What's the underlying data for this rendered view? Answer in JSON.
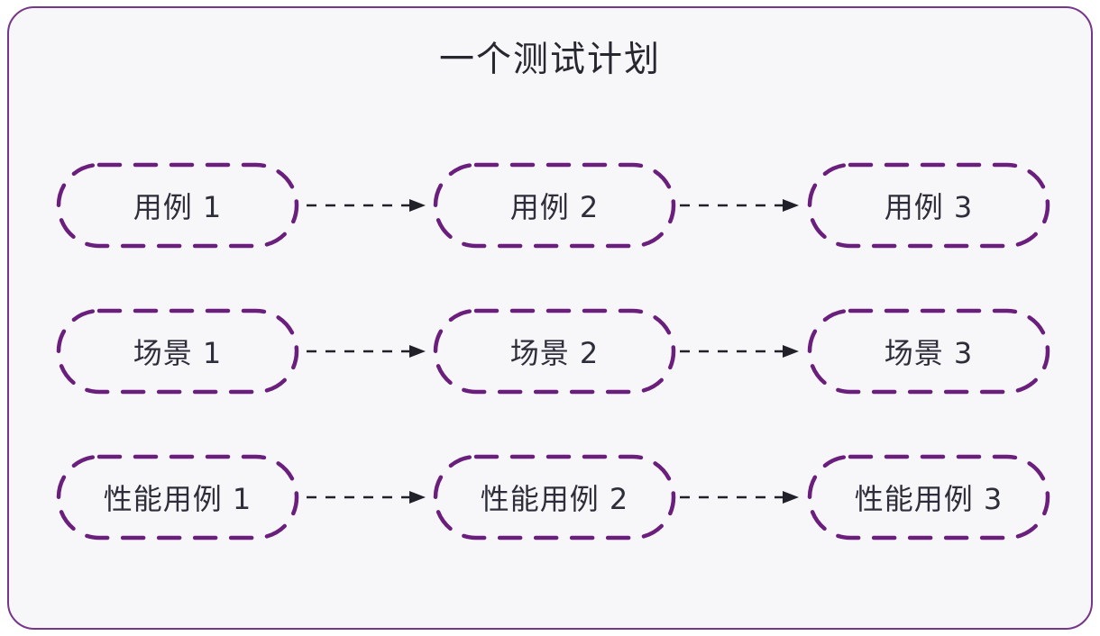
{
  "title": "一个测试计划",
  "colors": {
    "page-bg": "#ffffff",
    "frame-bg": "#f7f7fa",
    "frame-border": "#76368a",
    "node-stroke": "#6b1f7c",
    "arrow": "#212129",
    "text": "#2e2e3a",
    "title": "#27272f"
  },
  "diagram": {
    "rows": [
      {
        "name": "use-cases",
        "nodes": [
          {
            "label": "用例 1"
          },
          {
            "label": "用例 2"
          },
          {
            "label": "用例 3"
          }
        ]
      },
      {
        "name": "scenes",
        "nodes": [
          {
            "label": "场景 1"
          },
          {
            "label": "场景 2"
          },
          {
            "label": "场景 3"
          }
        ]
      },
      {
        "name": "performance-use-cases",
        "nodes": [
          {
            "label": "性能用例 1"
          },
          {
            "label": "性能用例 2"
          },
          {
            "label": "性能用例 3"
          }
        ]
      }
    ]
  }
}
